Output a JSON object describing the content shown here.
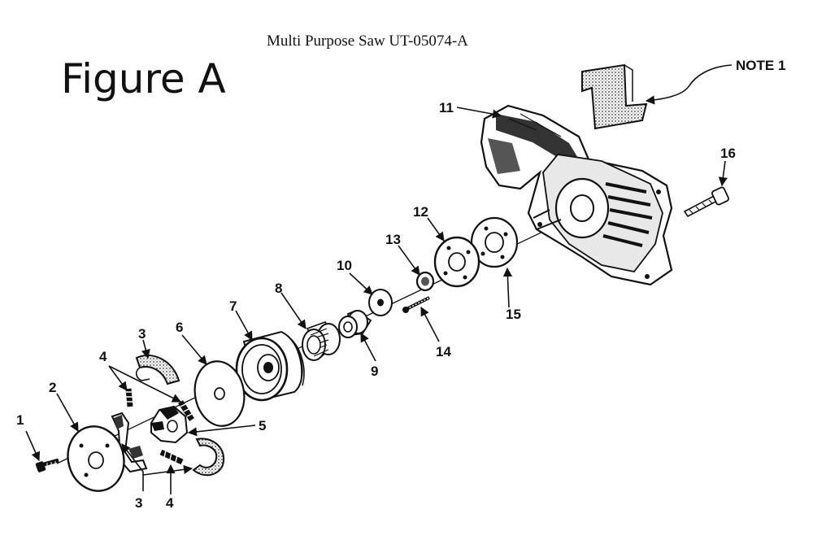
{
  "header": {
    "document_title": "Multi Purpose Saw UT-05074-A",
    "figure_title": "Figure A"
  },
  "note": {
    "label": "NOTE 1"
  },
  "callouts": {
    "c1": "1",
    "c2": "2",
    "c3a": "3",
    "c3b": "3",
    "c4a": "4",
    "c4b": "4",
    "c5": "5",
    "c6": "6",
    "c7": "7",
    "c8": "8",
    "c9": "9",
    "c10": "10",
    "c11": "11",
    "c12": "12",
    "c13": "13",
    "c14": "14",
    "c15": "15",
    "c16": "16"
  },
  "colors": {
    "ink": "#111111",
    "shade": "#555555",
    "paper": "#ffffff"
  }
}
